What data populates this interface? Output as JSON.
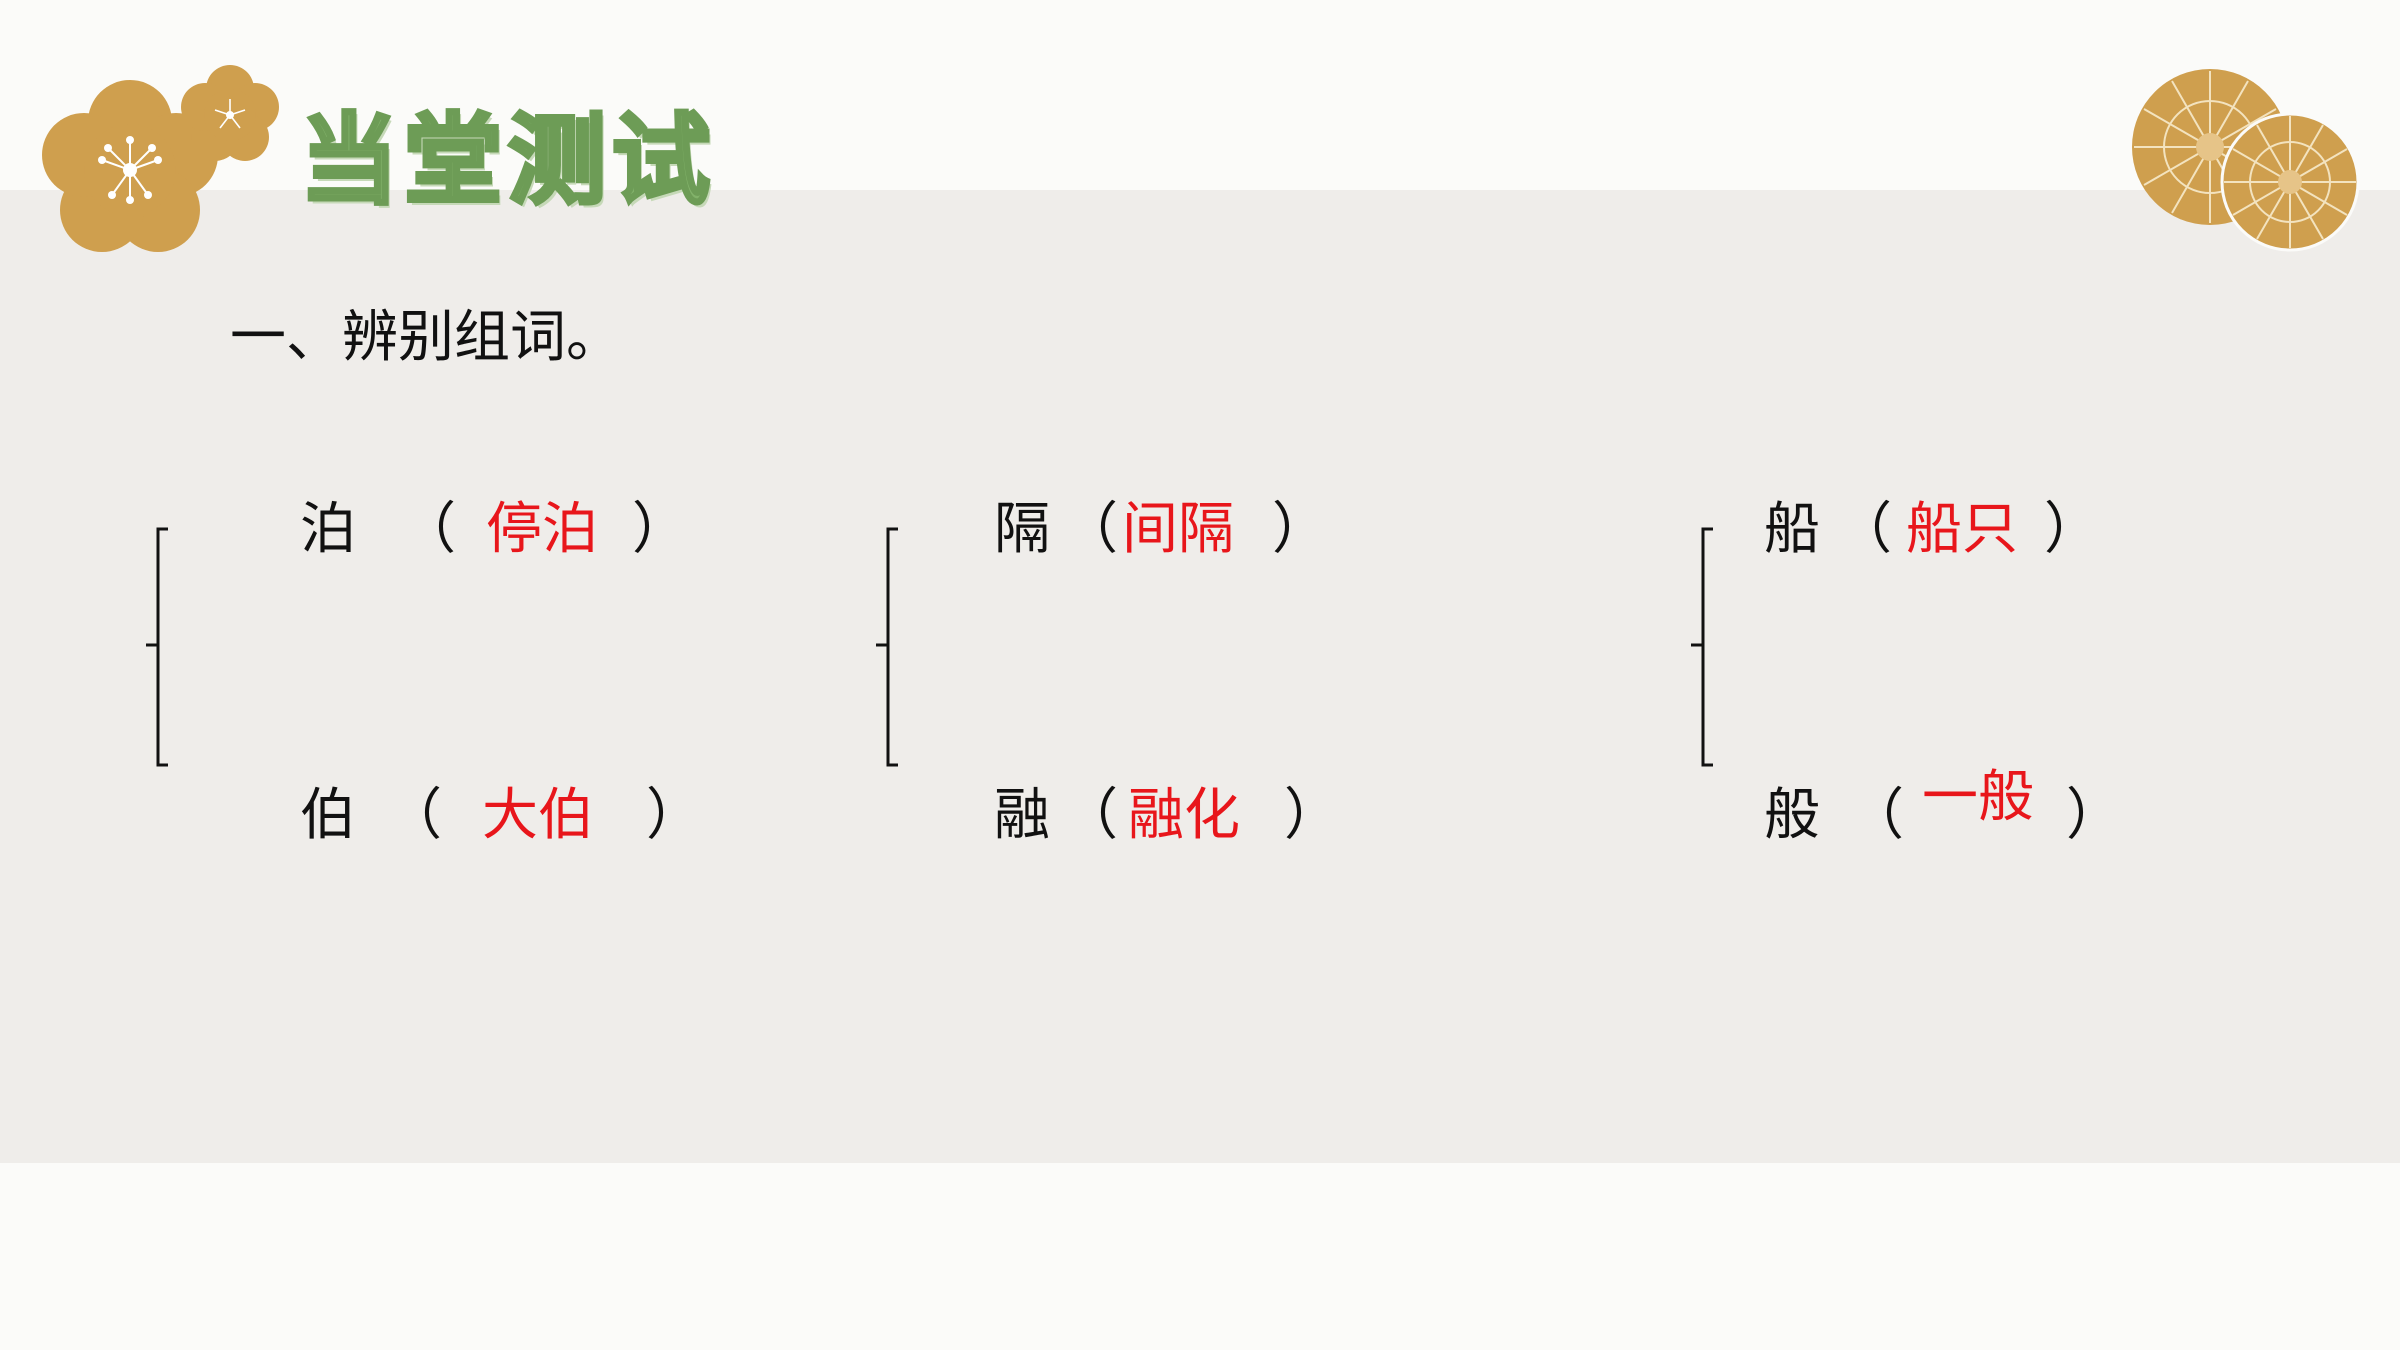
{
  "slide": {
    "title": "当堂测试",
    "section_heading": "一、辨别组词。",
    "colors": {
      "title": "#82b26a",
      "answer": "#e8161b",
      "text": "#111111",
      "panel": "#efedea",
      "flower": "#cf9f4e"
    },
    "decorations": [
      "plum-blossom-icon",
      "chrysanthemum-icon"
    ]
  },
  "groups": [
    {
      "top": {
        "char": "泊",
        "open": "（",
        "answer": "停泊",
        "close": "）"
      },
      "bottom": {
        "char": "伯",
        "open": "（",
        "answer": "大伯",
        "close": "）"
      }
    },
    {
      "top": {
        "char": "隔",
        "open": "（",
        "answer": "间隔",
        "close": "）"
      },
      "bottom": {
        "char": "融",
        "open": "（",
        "answer": "融化",
        "close": "）"
      }
    },
    {
      "top": {
        "char": "船",
        "open": "（",
        "answer": "船只",
        "close": "）"
      },
      "bottom": {
        "char": "般",
        "open": "（",
        "answer": "一般",
        "close": "）"
      }
    }
  ]
}
